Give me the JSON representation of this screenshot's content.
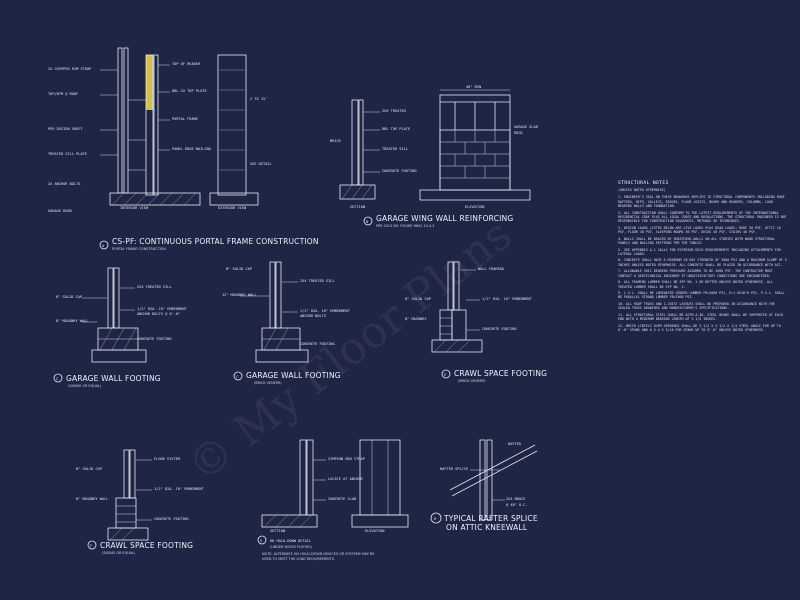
{
  "watermark": "© My Floor Plans",
  "details": [
    {
      "title": "CS-PF: CONTINUOUS PORTAL FRAME CONSTRUCTION",
      "subtitle": "PORTAL FRAME CONSTRUCTION"
    },
    {
      "title": "GARAGE WING WALL REINFORCING",
      "subtitle": "PER 2015 IRC FIGURE R602.10.4.3"
    },
    {
      "title": "GARAGE WALL FOOTING",
      "subtitle": "(SIDING OR EQUAL)"
    },
    {
      "title": "GARAGE WALL FOOTING",
      "subtitle": "(BRICK VENEER)"
    },
    {
      "title": "CRAWL SPACE FOOTING",
      "subtitle": "(BRICK VENEER)"
    },
    {
      "title": "CRAWL SPACE FOOTING",
      "subtitle": "(SIDING OR EQUAL)"
    },
    {
      "title": "HD HOLD-DOWN DETAIL",
      "subtitle": "(UNDER WOOD FLOORS)"
    },
    {
      "title": "TYPICAL RAFTER SPLICE",
      "title_line2": "ON ATTIC KNEEWALL"
    }
  ],
  "notes": {
    "heading": "STRUCTURAL NOTES",
    "subheading": "(UNLESS NOTED OTHERWISE)",
    "items": [
      "1. ENGINEER'S SEAL ON THESE DRAWINGS APPLIES TO STRUCTURAL COMPONENTS INCLUDING ROOF RAFTERS, HIPS, VALLEYS, RIDGES, FLOOR JOISTS, BEAMS AND HEADERS, COLUMNS, LOAD BEARING WALLS AND FOUNDATION.",
      "2. ALL CONSTRUCTION SHALL CONFORM TO THE LATEST REQUIREMENTS OF THE INTERNATIONAL RESIDENTIAL CODE PLUS ALL LOCAL CODES AND REGULATIONS. THE STRUCTURAL ENGINEER IS NOT RESPONSIBLE FOR CONSTRUCTION SEQUENCES, METHODS OR TECHNIQUES.",
      "3. DESIGN LOADS LISTED BELOW ARE LIVE LOADS PLUS DEAD LOADS: ROOF 20 PSF, ATTIC 10 PSF, FLOOR 40 PSF, SLEEPING ROOMS 30 PSF, DECKS 40 PSF, STAIRS 40 PSF.",
      "4. WALLS SHALL BE BRACED BY SHEATHING WALLS ON ALL STORIES WITH WOOD STRUCTURAL PANELS AND NAILING PATTERNS PER THE TABLES.",
      "5. SEE APPENDIX A-1 CALLS FOR EXTERIOR DECK REQUIREMENTS INCLUDING ATTACHMENTS FOR LATERAL LOADS.",
      "6. CONCRETE SHALL HAVE A MINIMUM 28 DAY STRENGTH OF 3000 PSI AND A MAXIMUM SLUMP OF 5 INCHES UNLESS NOTED OTHERWISE. ALL CONCRETE SHALL BE PLACED IN ACCORDANCE WITH ACI.",
      "7. ALLOWABLE SOIL BEARING PRESSURE ASSUMED TO BE 2000 PSF. THE CONTRACTOR MUST CONTACT A GEOTECHNICAL ENGINEER IF UNSATISFACTORY CONDITIONS ARE ENCOUNTERED.",
      "8. ALL FRAMING LUMBER SHALL BE SPF NO. 2 OR BETTER UNLESS NOTED OTHERWISE. ALL TREATED LUMBER SHALL BE SYP NO. 2.",
      "9. L.V.L. SHALL BE LAMINATED VENEER LUMBER FB=2600 PSI, E=1.9X10^6 PSI. P.S.L. SHALL BE PARALLEL STRAND LUMBER FB=2900 PSI.",
      "10. ALL ROOF TRUSS AND I-JOIST LAYOUTS SHALL BE PREPARED IN ACCORDANCE WITH THE SEALED TRUSS DRAWINGS AND MANUFACTURER'S SPECIFICATIONS.",
      "11. ALL STRUCTURAL STEEL SHALL BE ASTM A-36. STEEL BEAMS SHALL BE SUPPORTED AT EACH END WITH A MINIMUM BEARING LENGTH OF 3 1/2 INCHES.",
      "12. BRICK LINTELS OVER OPENINGS SHALL BE 3 1/2 X 3 1/2 X 1/4 STEEL ANGLE FOR UP TO 6'-0\" SPANS AND 6 X 4 X 5/16 FOR SPANS UP TO 8'-0\" UNLESS NOTED OTHERWISE."
    ]
  }
}
